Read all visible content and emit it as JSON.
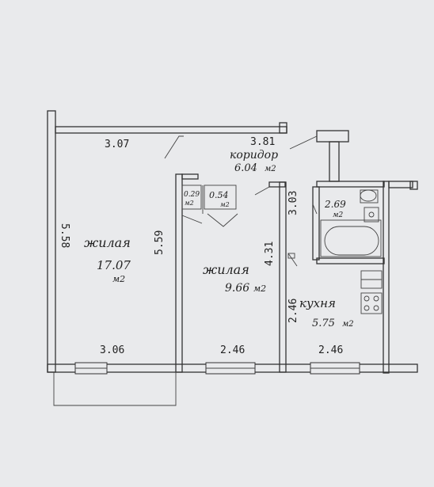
{
  "rooms": {
    "living_large": {
      "name": "жилая",
      "area": "17.07",
      "unit": "м2"
    },
    "living_small": {
      "name": "жилая",
      "area": "9.66",
      "unit": "м2"
    },
    "corridor": {
      "name": "коридор",
      "area": "6.04",
      "unit": "м2"
    },
    "kitchen": {
      "name": "кухня",
      "area": "5.75",
      "unit": "м2"
    },
    "bathroom": {
      "area": "2.69",
      "unit": "м2"
    },
    "closet_1": {
      "area": "0.29",
      "unit": "м2"
    },
    "closet_2": {
      "area": "0.54",
      "unit": "м2"
    }
  },
  "dimensions": {
    "large_top": "3.07",
    "large_left": "5.58",
    "large_bottom": "3.06",
    "small_left": "5.59",
    "small_bottom": "2.46",
    "small_right": "4.31",
    "corridor_top": "3.81",
    "bath_left": "3.03",
    "kitchen_left": "2.46",
    "kitchen_bottom": "2.46"
  },
  "colors": {
    "paper": "#e9eaec",
    "ink": "#333333"
  }
}
